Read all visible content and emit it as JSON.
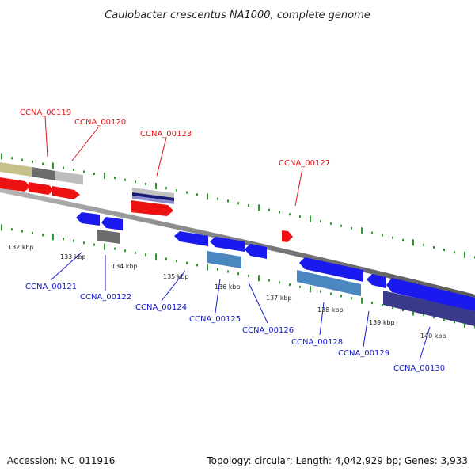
{
  "title": "Caulobacter crescentus NA1000, complete genome",
  "footer": {
    "accession": "Accession: NC_011916",
    "summary": "Topology: circular; Length: 4,042,929 bp; Genes: 3,933"
  },
  "colors": {
    "forward_gene": "#ee1111",
    "reverse_gene": "#1a1aee",
    "top_label": "#e0161b",
    "bottom_label": "#1219c8",
    "ruler_tick": "#2a9a2a",
    "backbone": "#888888",
    "feature_khaki": "#c8c08a",
    "feature_grey": "#777777",
    "feature_lightgrey": "#bbbbbb",
    "feature_darkblue": "#1a1a7a",
    "feature_steelblue": "#4a86c0",
    "feature_slate": "#3a3a8a"
  },
  "kbp_labels": [
    "132 kbp",
    "133 kbp",
    "134 kbp",
    "135 kbp",
    "136 kbp",
    "137 kbp",
    "138 kbp",
    "139 kbp",
    "140 kbp"
  ],
  "top_genes": [
    "CCNA_00119",
    "CCNA_00120",
    "CCNA_00123",
    "CCNA_00127"
  ],
  "bottom_genes": [
    "CCNA_00121",
    "CCNA_00122",
    "CCNA_00124",
    "CCNA_00125",
    "CCNA_00126",
    "CCNA_00128",
    "CCNA_00129",
    "CCNA_00130"
  ]
}
